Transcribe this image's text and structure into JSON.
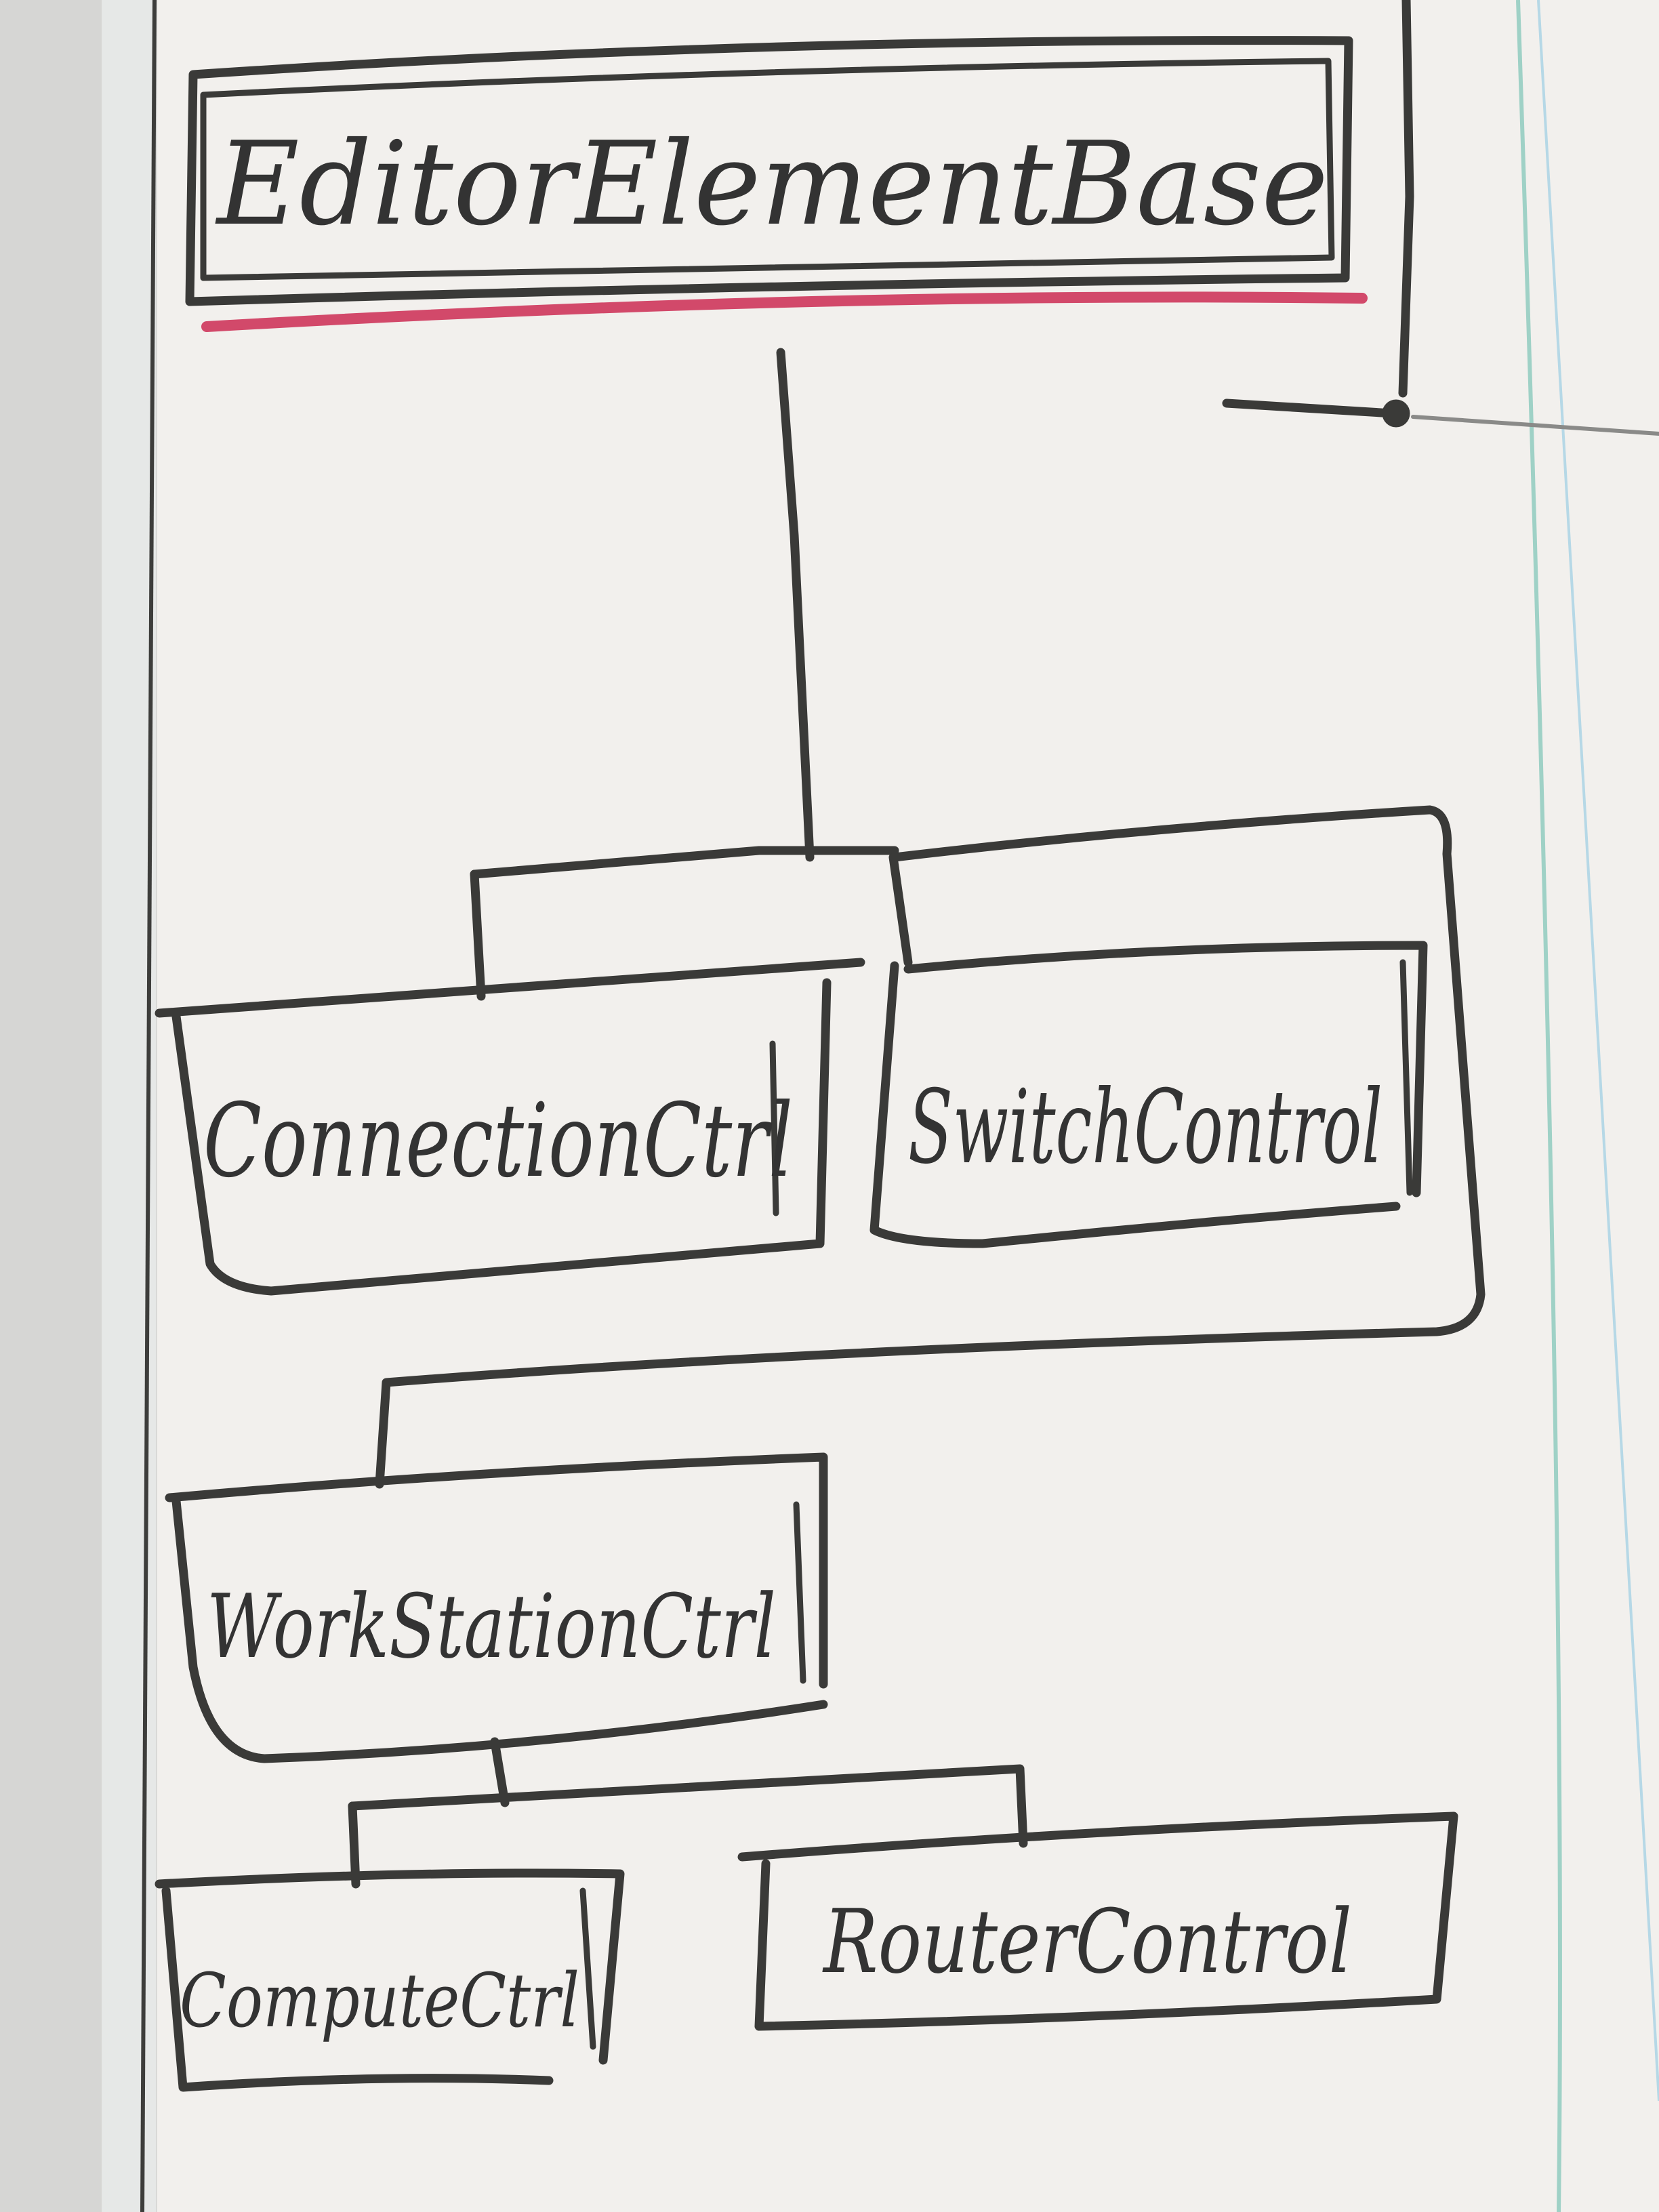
{
  "photo": {
    "subject": "whiteboard",
    "colors": {
      "wall": "#d9d9d7",
      "frame": "#e8ebea",
      "board": "#f3f1ee",
      "marker_black": "#3a3a38",
      "marker_red": "#d2496a"
    }
  },
  "diagram": {
    "nodes": {
      "base": "EditorElementBase",
      "connection": "ConnectionCtrl",
      "switch": "SwitchControl",
      "workstation": "WorkStationCtrl",
      "computer": "ComputeCtrl",
      "router": "RouterControl"
    }
  }
}
